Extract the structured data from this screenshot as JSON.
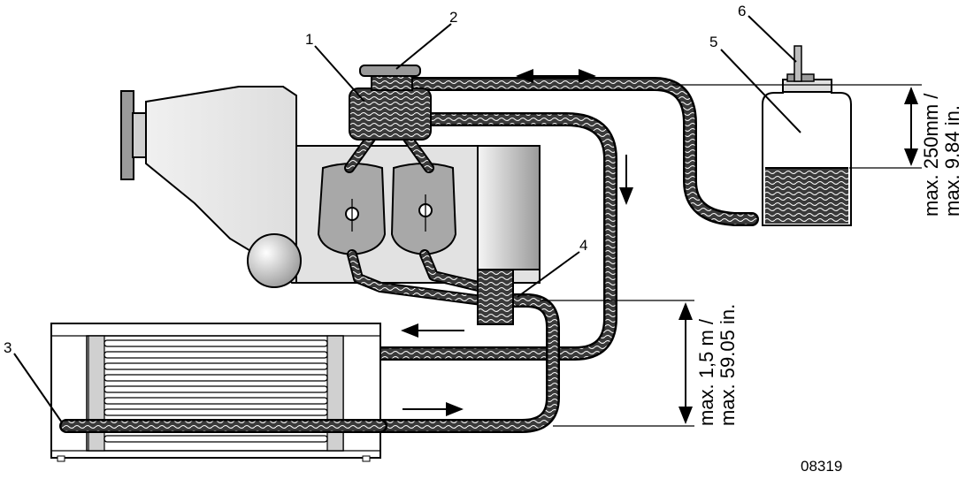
{
  "callouts": {
    "c1": "1",
    "c2": "2",
    "c3": "3",
    "c4": "4",
    "c5": "5",
    "c6": "6"
  },
  "dimensions": {
    "tank_height_line1": "max. 250mm /",
    "tank_height_line2": "max. 9.84 in.",
    "radiator_height_line1": "max. 1,5 m /",
    "radiator_height_line2": "max. 59.05 in."
  },
  "figure_number": "08319",
  "colors": {
    "hose_fill": "#3a3a3a",
    "engine_fill": "#e4e4e4",
    "coolant_fill": "#3a3a3a",
    "tank_fill": "#ffffff"
  }
}
